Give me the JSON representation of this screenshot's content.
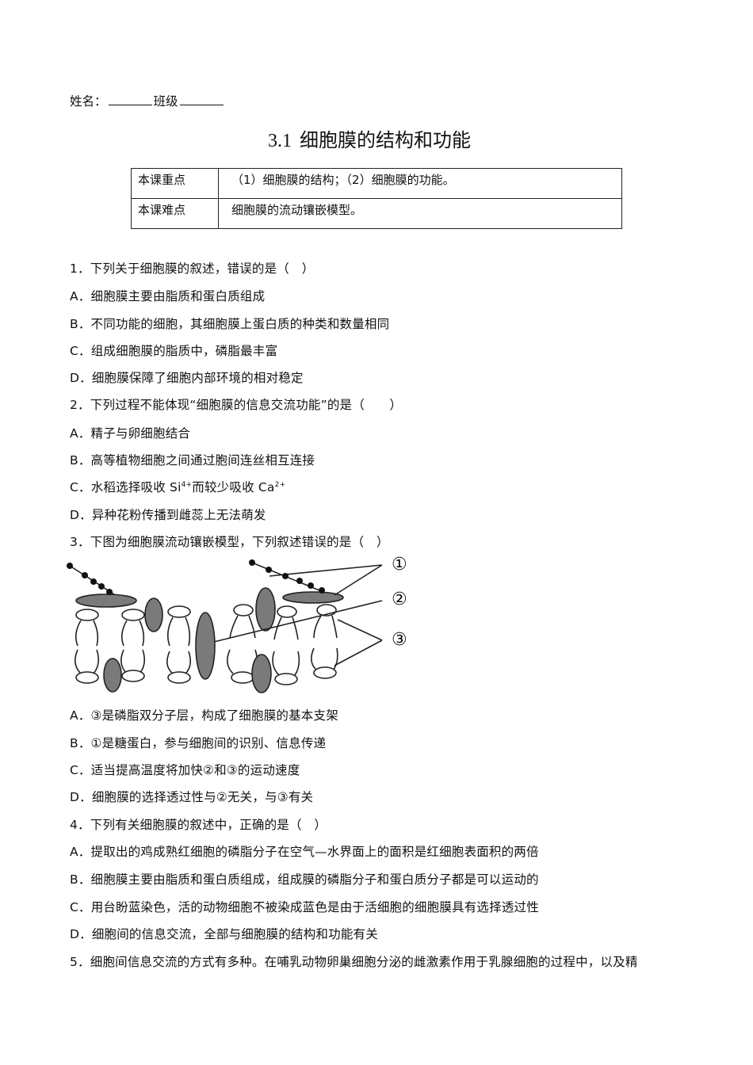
{
  "header": {
    "name_label": "姓名：",
    "class_label": "班级"
  },
  "title": {
    "number": "3.1",
    "text": "细胞膜的结构和功能"
  },
  "focus_table": {
    "rows": [
      {
        "key": "本课重点",
        "value": "（1）细胞膜的结构；（2）细胞膜的功能。"
      },
      {
        "key": "本课难点",
        "value": "细胞膜的流动镶嵌模型。"
      }
    ]
  },
  "questions": [
    {
      "stem": "1．下列关于细胞膜的叙述，错误的是（　）",
      "options": [
        "A．细胞膜主要由脂质和蛋白质组成",
        "B．不同功能的细胞，其细胞膜上蛋白质的种类和数量相同",
        "C．组成细胞膜的脂质中，磷脂最丰富",
        "D．细胞膜保障了细胞内部环境的相对稳定"
      ]
    },
    {
      "stem": "2．下列过程不能体现“细胞膜的信息交流功能”的是（　　）",
      "options": [
        "A．精子与卵细胞结合",
        "B．高等植物细胞之间通过胞间连丝相互连接",
        {
          "pre": "C．水稻选择吸收 Si",
          "sup1": "4+",
          "mid": "而较少吸收 Ca",
          "sup2": "2+"
        },
        "D．异种花粉传播到雌蕊上无法萌发"
      ]
    },
    {
      "stem": "3．下图为细胞膜流动镶嵌模型，下列叙述错误的是（　）",
      "figure": {
        "labels": [
          "①",
          "②",
          "③"
        ]
      },
      "options": [
        "A．③是磷脂双分子层，构成了细胞膜的基本支架",
        "B．①是糖蛋白，参与细胞间的识别、信息传递",
        "C．适当提高温度将加快②和③的运动速度",
        "D．细胞膜的选择透过性与②无关，与③有关"
      ]
    },
    {
      "stem": "4．下列有关细胞膜的叙述中，正确的是（　）",
      "options": [
        "A．提取出的鸡成熟红细胞的磷脂分子在空气—水界面上的面积是红细胞表面积的两倍",
        "B．细胞膜主要由脂质和蛋白质组成，组成膜的磷脂分子和蛋白质分子都是可以运动的",
        "C．用台盼蓝染色，活的动物细胞不被染成蓝色是由于活细胞的细胞膜具有选择透过性",
        "D．细胞间的信息交流，全部与细胞膜的结构和功能有关"
      ]
    },
    {
      "stem": "5．细胞间信息交流的方式有多种。在哺乳动物卵巢细胞分泌的雌激素作用于乳腺细胞的过程中，以及精"
    }
  ]
}
